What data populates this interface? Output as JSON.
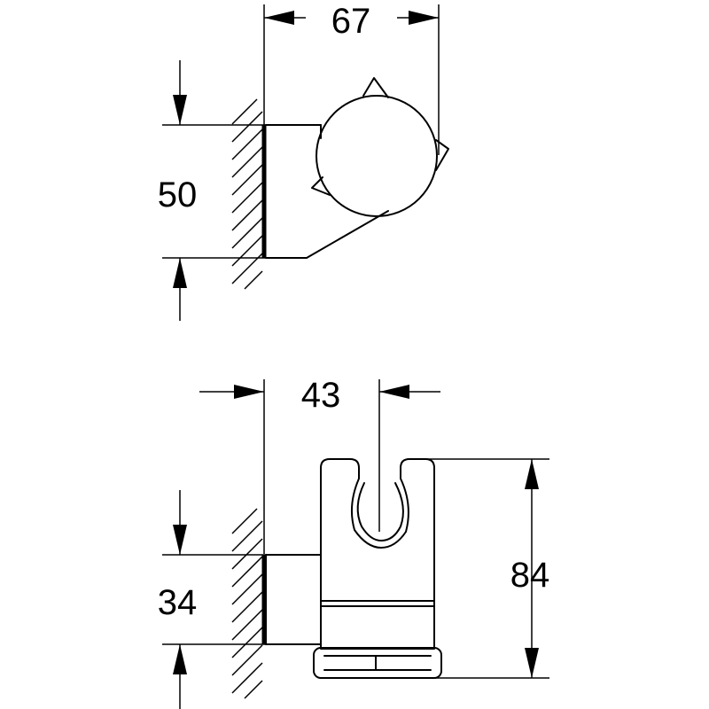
{
  "diagram": {
    "top_view": {
      "width_label": "67",
      "height_label": "50"
    },
    "side_view": {
      "offset_label": "43",
      "mount_height_label": "34",
      "total_height_label": "84"
    }
  }
}
